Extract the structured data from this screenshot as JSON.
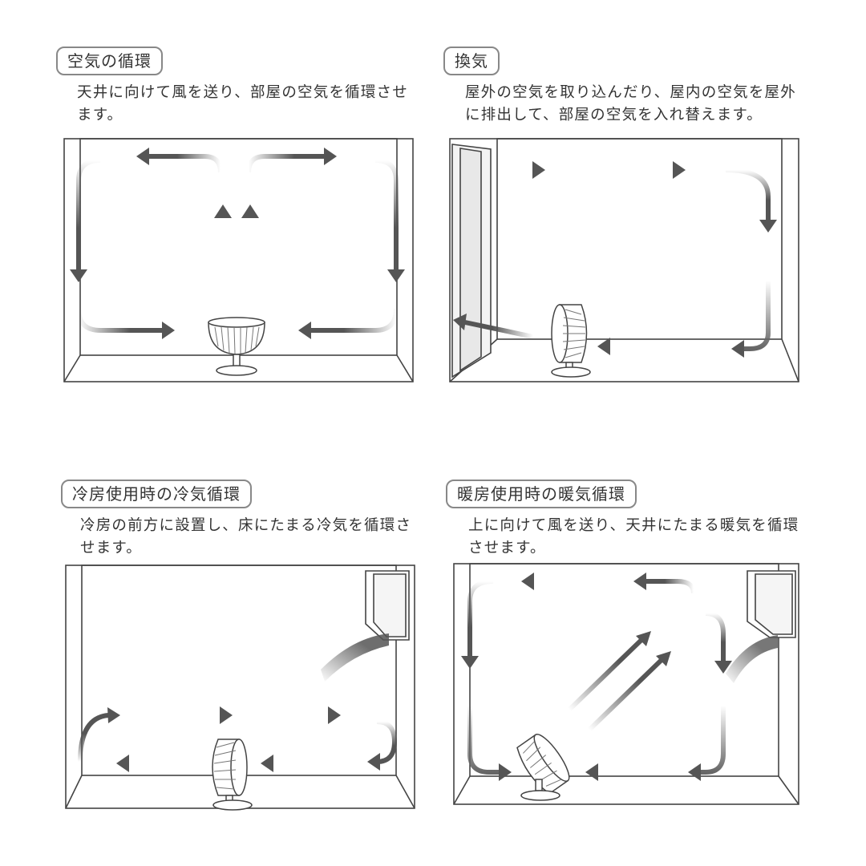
{
  "colors": {
    "arrow_dark": "#555555",
    "line": "#444444"
  },
  "panels": [
    {
      "title": "空気の循環",
      "description": "天井に向けて風を送り、部屋の空気を循環させます。"
    },
    {
      "title": "換気",
      "description": "屋外の空気を取り込んだり、屋内の空気を屋外に排出して、部屋の空気を入れ替えます。"
    },
    {
      "title": "冷房使用時の冷気循環",
      "description": "冷房の前方に設置し、床にたまる冷気を循環させます。"
    },
    {
      "title": "暖房使用時の暖気循環",
      "description": "上に向けて風を送り、天井にたまる暖気を循環させます。"
    }
  ]
}
